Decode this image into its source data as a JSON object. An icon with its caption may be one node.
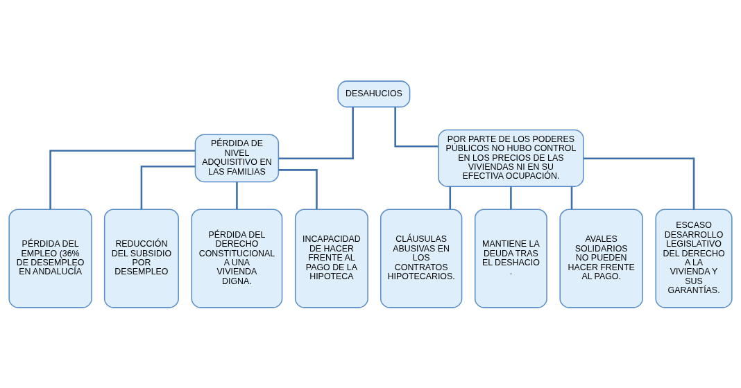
{
  "diagram": {
    "nodes": [
      {
        "text": [
          "DESAHUCIOS"
        ]
      },
      {
        "text": [
          "PÉRDIDA DE NIVEL ADQUISITIVO EN LAS FAMILIAS"
        ]
      },
      {
        "text": [
          "POR PARTE DE LOS PODERES PÚBLICOS NO HUBO CONTROL EN LOS PRECIOS DE LAS VIVIENDAS NI EN SU EFECTIVA OCUPACIÓN."
        ]
      },
      {
        "text": [
          "PÉRDIDA DEL EMPLEO (36% DE DESEMPLEO EN ANDALUCÍA"
        ]
      },
      {
        "text": [
          "REDUCCIÓN DEL SUBSIDIO POR DESEMPLEO"
        ]
      },
      {
        "text": [
          "PÉRDIDA DEL DERECHO CONSTITUCIONAL A UNA VIVIENDA DIGNA."
        ]
      },
      {
        "text": [
          "INCAPACIDAD DE HACER FRENTE AL PAGO DE LA HIPOTECA"
        ]
      },
      {
        "text": [
          "CLÁUSULAS ABUSIVAS EN LOS CONTRATOS HIPOTECARIOS."
        ]
      },
      {
        "text": [
          "MANTIENE LA DEUDA TRAS EL DESHACIO ."
        ]
      },
      {
        "text": [
          "AVALES SOLIDARIOS NO PUEDEN HACER FRENTE AL PAGO."
        ]
      },
      {
        "text": [
          "ESCASO DESARROLLO LEGISLATIVO DEL DERECHO A LA VIVIENDA Y SUS GARANTÍAS."
        ]
      }
    ],
    "edges": [
      {
        "from": 0,
        "to": 1,
        "arrow": "none"
      },
      {
        "from": 0,
        "to": 2,
        "arrow": "none"
      },
      {
        "from": 1,
        "to": 3,
        "arrow": "none"
      },
      {
        "from": 1,
        "to": 4,
        "arrow": "none"
      },
      {
        "from": 1,
        "to": 5,
        "arrow": "none"
      },
      {
        "from": 1,
        "to": 6,
        "arrow": "none"
      },
      {
        "from": 2,
        "to": 7,
        "arrow": "none"
      },
      {
        "from": 2,
        "to": 8,
        "arrow": "none"
      },
      {
        "from": 2,
        "to": 9,
        "arrow": "none"
      },
      {
        "from": 2,
        "to": 10,
        "arrow": "none"
      }
    ]
  }
}
